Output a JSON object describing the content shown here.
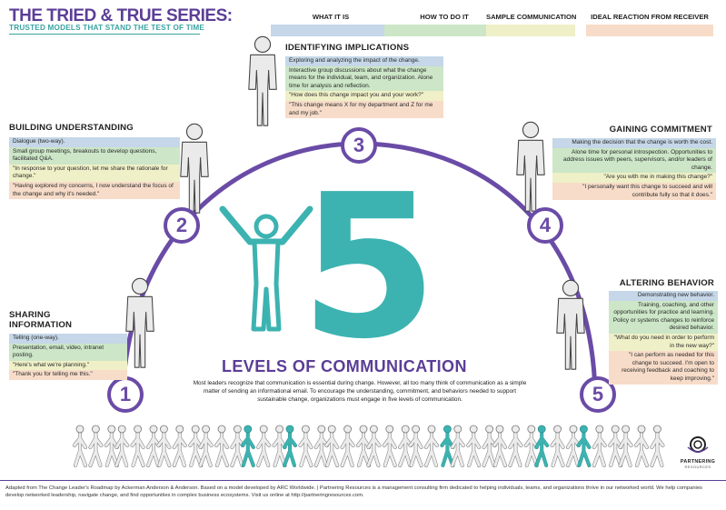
{
  "header": {
    "title": "THE TRIED & TRUE SERIES:",
    "subtitle": "TRUSTED MODELS THAT STAND THE TEST OF TIME"
  },
  "legend": [
    {
      "label": "WHAT IT IS",
      "color": "#c5d7e8"
    },
    {
      "label": "HOW TO DO IT",
      "color": "#cce6c7"
    },
    {
      "label": "SAMPLE COMMUNICATION",
      "color": "#eff0c7"
    },
    {
      "label": "IDEAL REACTION FROM RECEIVER",
      "color": "#f7dcc9"
    }
  ],
  "levels": [
    {
      "number": "1",
      "title_line1": "SHARING",
      "title_line2": "INFORMATION",
      "what": "Telling (one-way).",
      "how": "Presentation, email, video, intranet posting.",
      "sample": "\"Here's what we're planning.\"",
      "reaction": "\"Thank you for telling me this.\""
    },
    {
      "number": "2",
      "title_line1": "BUILDING UNDERSTANDING",
      "what": "Dialogue (two-way).",
      "how": "Small group meetings, breakouts to develop questions, facilitated Q&A.",
      "sample": "\"In response to your question, let me share the rationale for change.\"",
      "reaction": "\"Having explored my concerns, I now understand the focus of the change and why it's needed.\""
    },
    {
      "number": "3",
      "title_line1": "IDENTIFYING IMPLICATIONS",
      "what": "Exploring and analyzing the impact of the change.",
      "how": "Interactive group discussions about what the change means for the individual, team, and organization. Alone time for analysis and reflection.",
      "sample": "\"How does this change impact you and your work?\"",
      "reaction": "\"This change means X for my department and Z for me and my job.\""
    },
    {
      "number": "4",
      "title_line1": "GAINING COMMITMENT",
      "what": "Making the decision that the change is worth the cost.",
      "how": "Alone time for personal introspection. Opportunities to address issues with peers, supervisors, and/or leaders of change.",
      "sample": "\"Are you with me in making this change?\"",
      "reaction": "\"I personally want this change to succeed and will contribute fully so that it does.\""
    },
    {
      "number": "5",
      "title_line1": "ALTERING BEHAVIOR",
      "what": "Demonstrating new behavior.",
      "how": "Training, coaching, and other opportunities for practice and learning. Policy or systems changes to reinforce desired behavior.",
      "sample": "\"What do you need in order to perform in the new way?\"",
      "reaction": "\"I can perform as needed for this change to succeed. I'm open to receiving feedback and coaching to keep improving.\""
    }
  ],
  "center": {
    "big_number": "5",
    "title": "LEVELS OF COMMUNICATION",
    "body": "Most leaders recognize that communication is essential during change. However, all too many think of communication as a simple matter of sending an informational email. To encourage the understanding, commitment, and behaviors needed to support sustainable change, organizations must engage in five levels of communication."
  },
  "logo": {
    "name": "PARTNERING",
    "sub": "RESOURCES"
  },
  "footer": "Adapted from The Change Leader's Roadmap by Ackerman Anderson & Anderson. Based on a model developed by ARC Worldwide. | Partnering Resources is a management consulting firm dedicated to helping individuals, teams, and organizations thrive in our networked world. We help companies develop networked leadership, navigate change, and find opportunities in complex business ecosystems. Visit us online at http://partneringresources.com.",
  "colors": {
    "purple": "#5b3e96",
    "teal": "#3cb3b1",
    "arc": "#6a4ba6",
    "figure_gray": "#e6e6e6"
  }
}
